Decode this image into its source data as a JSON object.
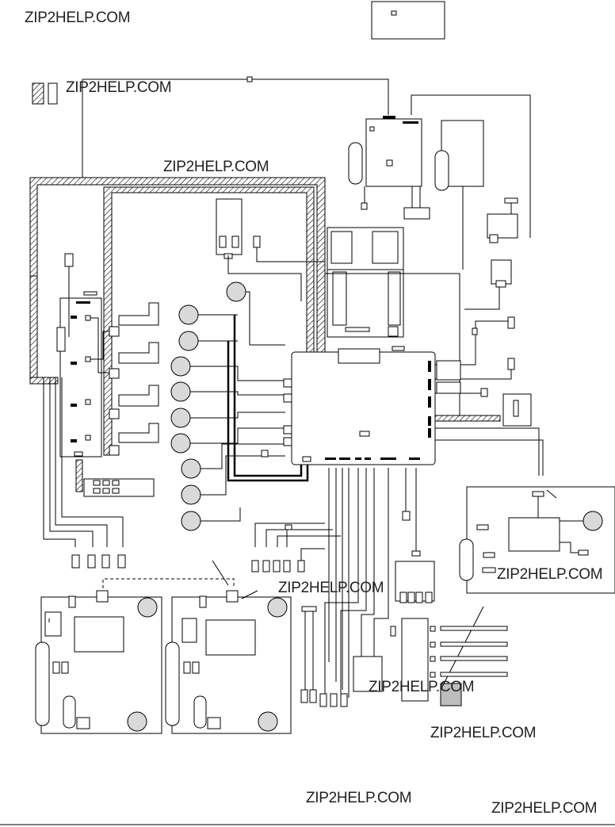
{
  "watermarks": [
    "ZIP2HELP.COM",
    "ZIP2HELP.COM",
    "ZIP2HELP.COM",
    "ZIP2HELP.COM",
    "ZIP2HELP.COM",
    "ZIP2HELP.COM",
    "ZIP2HELP.COM",
    "ZIP2HELP.COM",
    "ZIP2HELP.COM"
  ],
  "colors": {
    "line": "#000000",
    "fill": "#ffffff",
    "shade": "#d9d9d9"
  }
}
